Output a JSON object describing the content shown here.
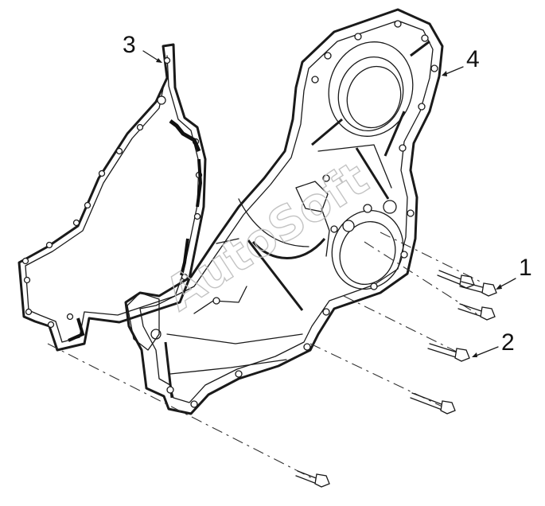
{
  "callouts": {
    "part_1": "1",
    "part_2": "2",
    "part_3": "3",
    "part_4": "4"
  },
  "watermark": "AutoSoft"
}
